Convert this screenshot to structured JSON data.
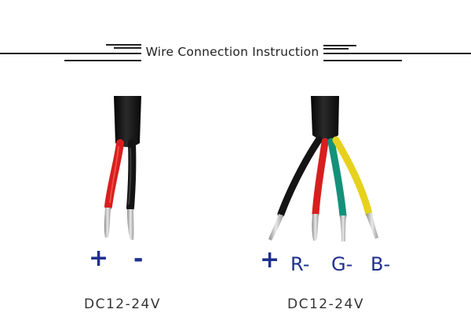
{
  "header": {
    "title": "Wire Connection Instruction"
  },
  "left_cable": {
    "labels": [
      "+",
      "-"
    ],
    "voltage": "DC12-24V",
    "colors": {
      "red": "#d81e1e",
      "black": "#141414"
    }
  },
  "right_cable": {
    "labels": [
      "+",
      "R-",
      "G-",
      "B-"
    ],
    "voltage": "DC12-24V",
    "colors": {
      "black": "#141414",
      "red": "#d81e1e",
      "green": "#14917a",
      "yellow": "#e6d21c"
    }
  },
  "label_color": "#1f2f8f"
}
